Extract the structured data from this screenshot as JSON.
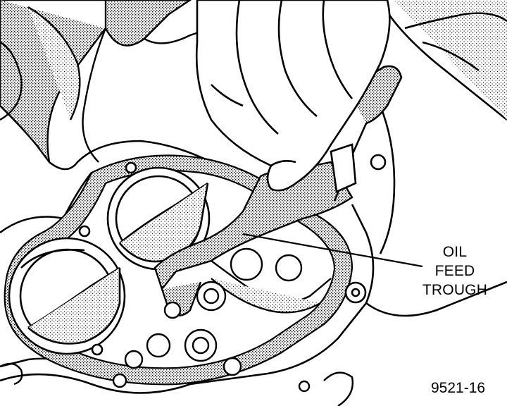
{
  "callout": {
    "line1": "OIL",
    "line2": "FEED",
    "line3": "TROUGH"
  },
  "figure_number": "9521-16",
  "colors": {
    "ink": "#000000",
    "paper": "#ffffff",
    "stipple": "#9a9a9a"
  }
}
